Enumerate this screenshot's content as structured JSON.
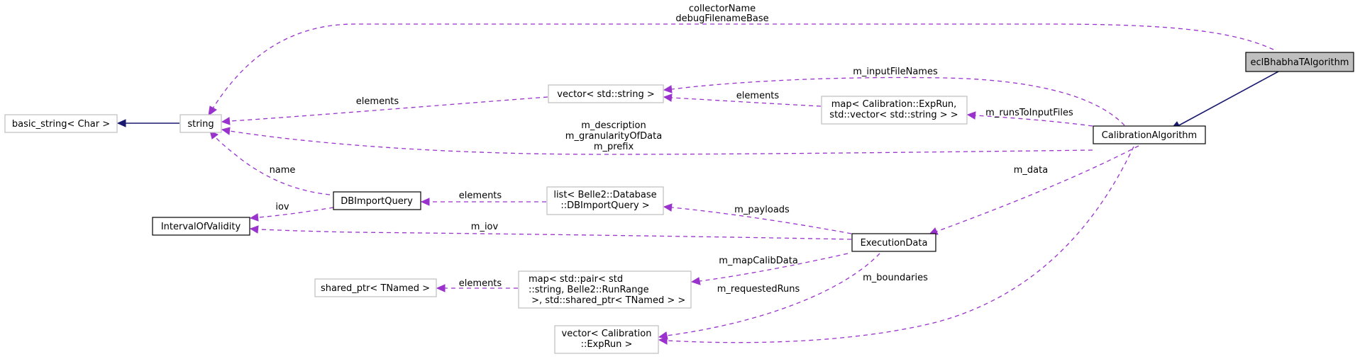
{
  "nodes": {
    "eclBhabhaTAlgorithm": [
      "eclBhabhaTAlgorithm"
    ],
    "CalibrationAlgorithm": [
      "CalibrationAlgorithm"
    ],
    "basic_string": [
      "basic_string< Char >"
    ],
    "string": [
      "string"
    ],
    "vector_string": [
      "vector< std::string >"
    ],
    "map_exprun": [
      "map< Calibration::ExpRun,",
      "std::vector< std::string > >"
    ],
    "DBImportQuery": [
      "DBImportQuery"
    ],
    "list_dbimport": [
      "list< Belle2::Database",
      "::DBImportQuery >"
    ],
    "IntervalOfValidity": [
      "IntervalOfValidity"
    ],
    "ExecutionData": [
      "ExecutionData"
    ],
    "shared_ptr": [
      "shared_ptr< TNamed >"
    ],
    "map_pair": [
      "map< std::pair< std",
      "::string, Belle2::RunRange",
      " >, std::shared_ptr< TNamed > >"
    ],
    "vector_exprun": [
      "vector< Calibration",
      "::ExpRun >"
    ]
  },
  "edge_labels": {
    "collector_debug": [
      "collectorName",
      "debugFilenameBase"
    ],
    "elements_vector_string": [
      "elements"
    ],
    "m_inputFileNames": [
      "m_inputFileNames"
    ],
    "elements_map_exprun": [
      "elements"
    ],
    "m_runsToInputFiles": [
      "m_runsToInputFiles"
    ],
    "desc_gran_prefix": [
      "m_description",
      "m_granularityOfData",
      "m_prefix"
    ],
    "name": [
      "name"
    ],
    "iov": [
      "iov"
    ],
    "elements_list": [
      "elements"
    ],
    "m_data": [
      "m_data"
    ],
    "m_payloads": [
      "m_payloads"
    ],
    "m_iov": [
      "m_iov"
    ],
    "m_mapCalibData": [
      "m_mapCalibData"
    ],
    "elements_shared": [
      "elements"
    ],
    "m_requestedRuns": [
      "m_requestedRuns"
    ],
    "m_boundaries": [
      "m_boundaries"
    ]
  },
  "colors": {
    "inheritance_edge": "#191970",
    "usage_edge": "#9a32cd",
    "external_node_border": "#bfbfbf",
    "documented_node_border": "#000000",
    "selected_node_fill": "#bfbfbf"
  }
}
